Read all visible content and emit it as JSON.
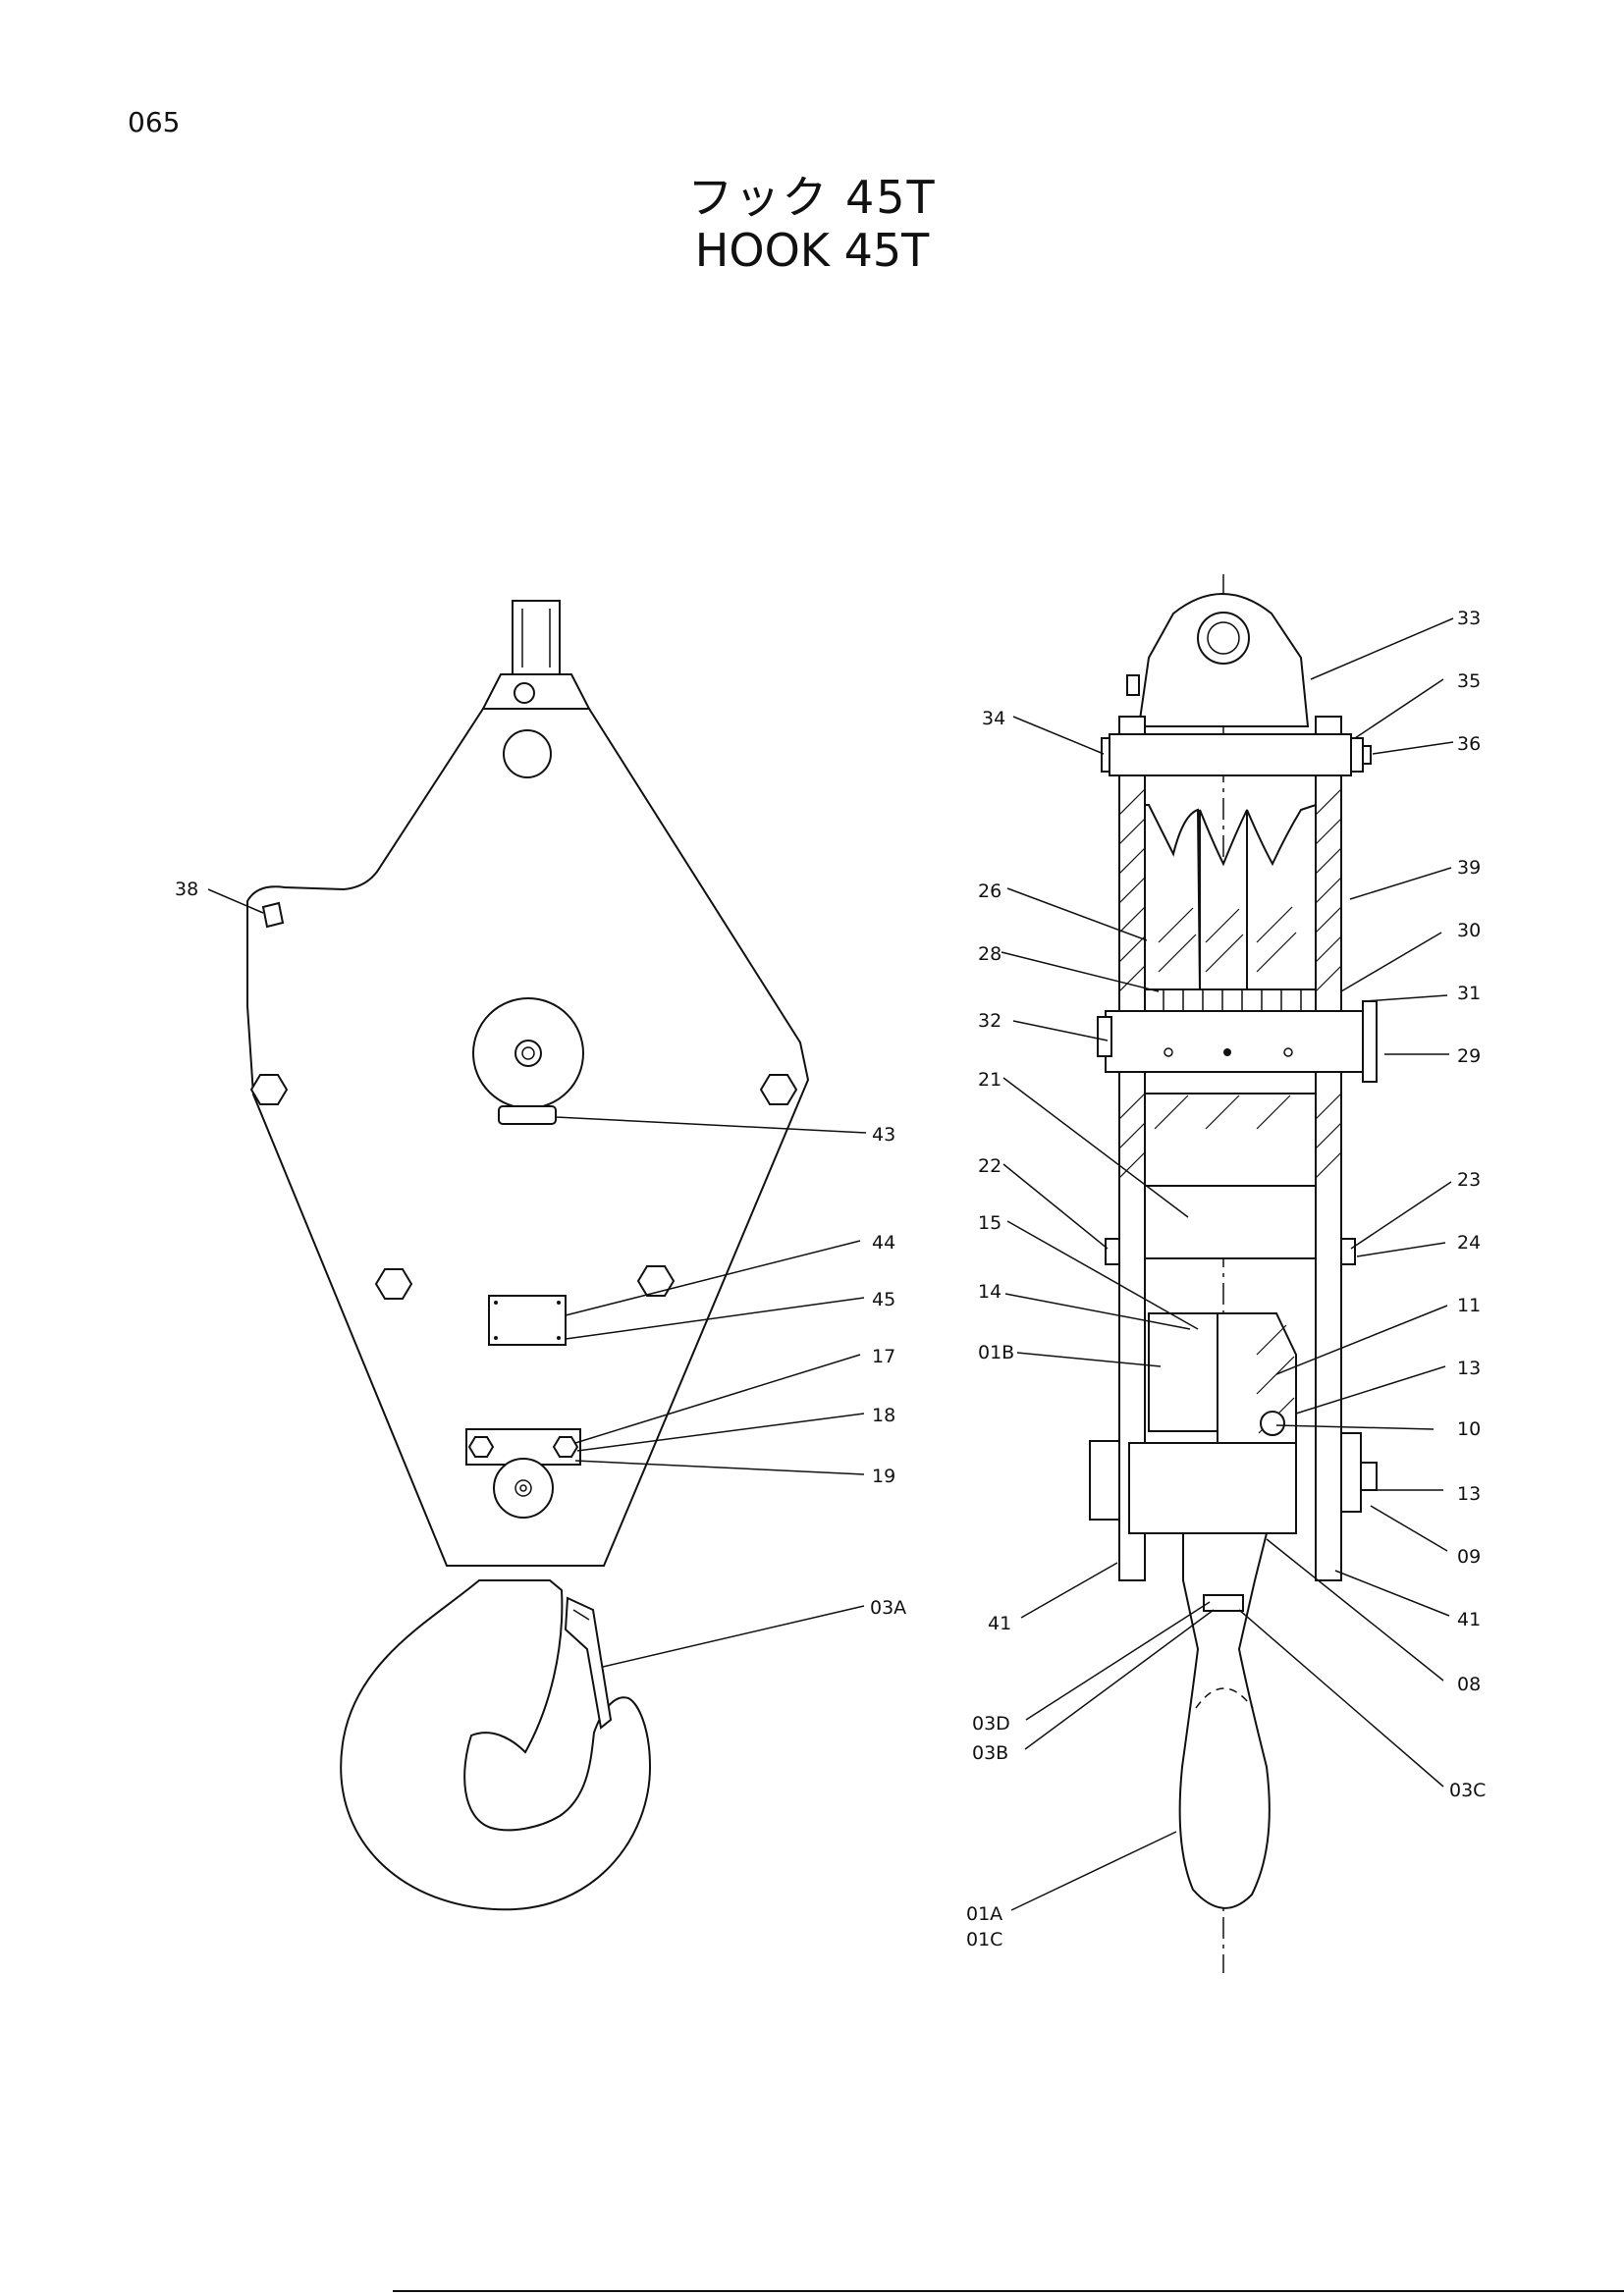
{
  "page_number": "065",
  "title_jp": "フック 45T",
  "title_en": "HOOK 45T",
  "callouts": {
    "c33": "33",
    "c35": "35",
    "c36": "36",
    "c34": "34",
    "c39": "39",
    "c26": "26",
    "c28": "28",
    "c30": "30",
    "c31": "31",
    "c32": "32",
    "c29": "29",
    "c21": "21",
    "c22": "22",
    "c23": "23",
    "c15": "15",
    "c24": "24",
    "c14": "14",
    "c11": "11",
    "c01B": "01B",
    "c13a": "13",
    "c10": "10",
    "c13b": "13",
    "c09": "09",
    "c41a": "41",
    "c41b": "41",
    "c08": "08",
    "c03D": "03D",
    "c03B": "03B",
    "c03C": "03C",
    "c01A": "01A",
    "c01C": "01C",
    "c38": "38",
    "c43": "43",
    "c44": "44",
    "c45": "45",
    "c17": "17",
    "c18": "18",
    "c19": "19",
    "c03A": "03A"
  }
}
